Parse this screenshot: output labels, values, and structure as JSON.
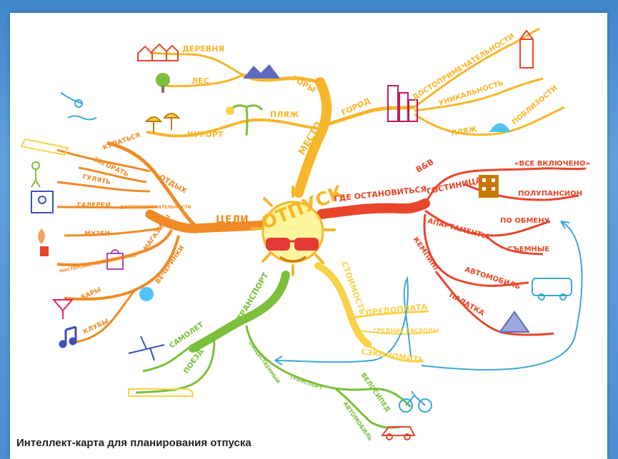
{
  "center": "ОТПУСК",
  "caption": "Интеллект-карта для планирования отпуска",
  "branches": {
    "place": {
      "label": "МЕСТО",
      "color": "#f7b62b",
      "mountains": "ГОРЫ",
      "village": "ДЕРЕВНЯ",
      "forest": "ЛЕС",
      "beach": "ПЛЯЖ",
      "resort": "КУРОРТ",
      "city": "ГОРОД",
      "sights": "ДОСТОПРИМЕЧАТЕЛЬНОСТИ",
      "unique": "УНИКАЛЬНОСТЬ",
      "city_beach": "ПЛЯЖ",
      "nearby": "ПОБЛИЗОСТИ"
    },
    "stay": {
      "label": "ГДЕ ОСТАНОВИТЬСЯ",
      "color": "#e8452a",
      "bnb": "B&B",
      "hotel": "ГОСТИНИЦА",
      "all_incl": "«ВСЕ ВКЛЮЧЕНО»",
      "half_board": "ПОЛУПАНСИОН",
      "apartments": "АПАРТАМЕНТЫ",
      "exchange": "ПО ОБМЕНУ",
      "rental": "СЪЕМНЫЕ",
      "camping": "КЕМПИНГ",
      "car": "АВТОМОБИЛЬ",
      "tent": "ПАЛАТКА"
    },
    "cost": {
      "label": "СТОИМОСТЬ",
      "color": "#f9d24a",
      "prepay": "ПРЕДОПЛАТА",
      "expenses": "СРЕДНИЕ РАСХОДЫ",
      "save": "СЭКОНОМИТЬ"
    },
    "transport": {
      "label": "ТРАНСПОРТ",
      "color": "#7bbf3a",
      "plane": "САМОЛЕТ",
      "train": "ПОЕЗД",
      "public": "ОБЩЕСТВЕННЫЙ",
      "public2": "ТРАНСПОРТ",
      "bike": "ВЕЛОСИПЕД",
      "auto": "АВТОМОБИЛЬ"
    },
    "goals": {
      "label": "ЦЕЛИ",
      "color": "#f08a24",
      "rest": "ОТДЫХ",
      "swim": "КУПАТЬСЯ",
      "tan": "ЗАГОРАТЬ",
      "walk": "ГУЛЯТЬ",
      "sights": "ДОСТОПРИМЕЧАТЕЛЬНОСТИ",
      "galleries": "ГАЛЕРЕИ",
      "museums": "МУЗЕИ",
      "shops": "МАГАЗИНЫ",
      "workshops": "МАСТЕРСКИЕ РЕМЕСЛЕННИКОВ",
      "parties": "ВЕЧЕРИНКИ",
      "bars": "БАРЫ",
      "clubs": "КЛУБЫ"
    }
  }
}
